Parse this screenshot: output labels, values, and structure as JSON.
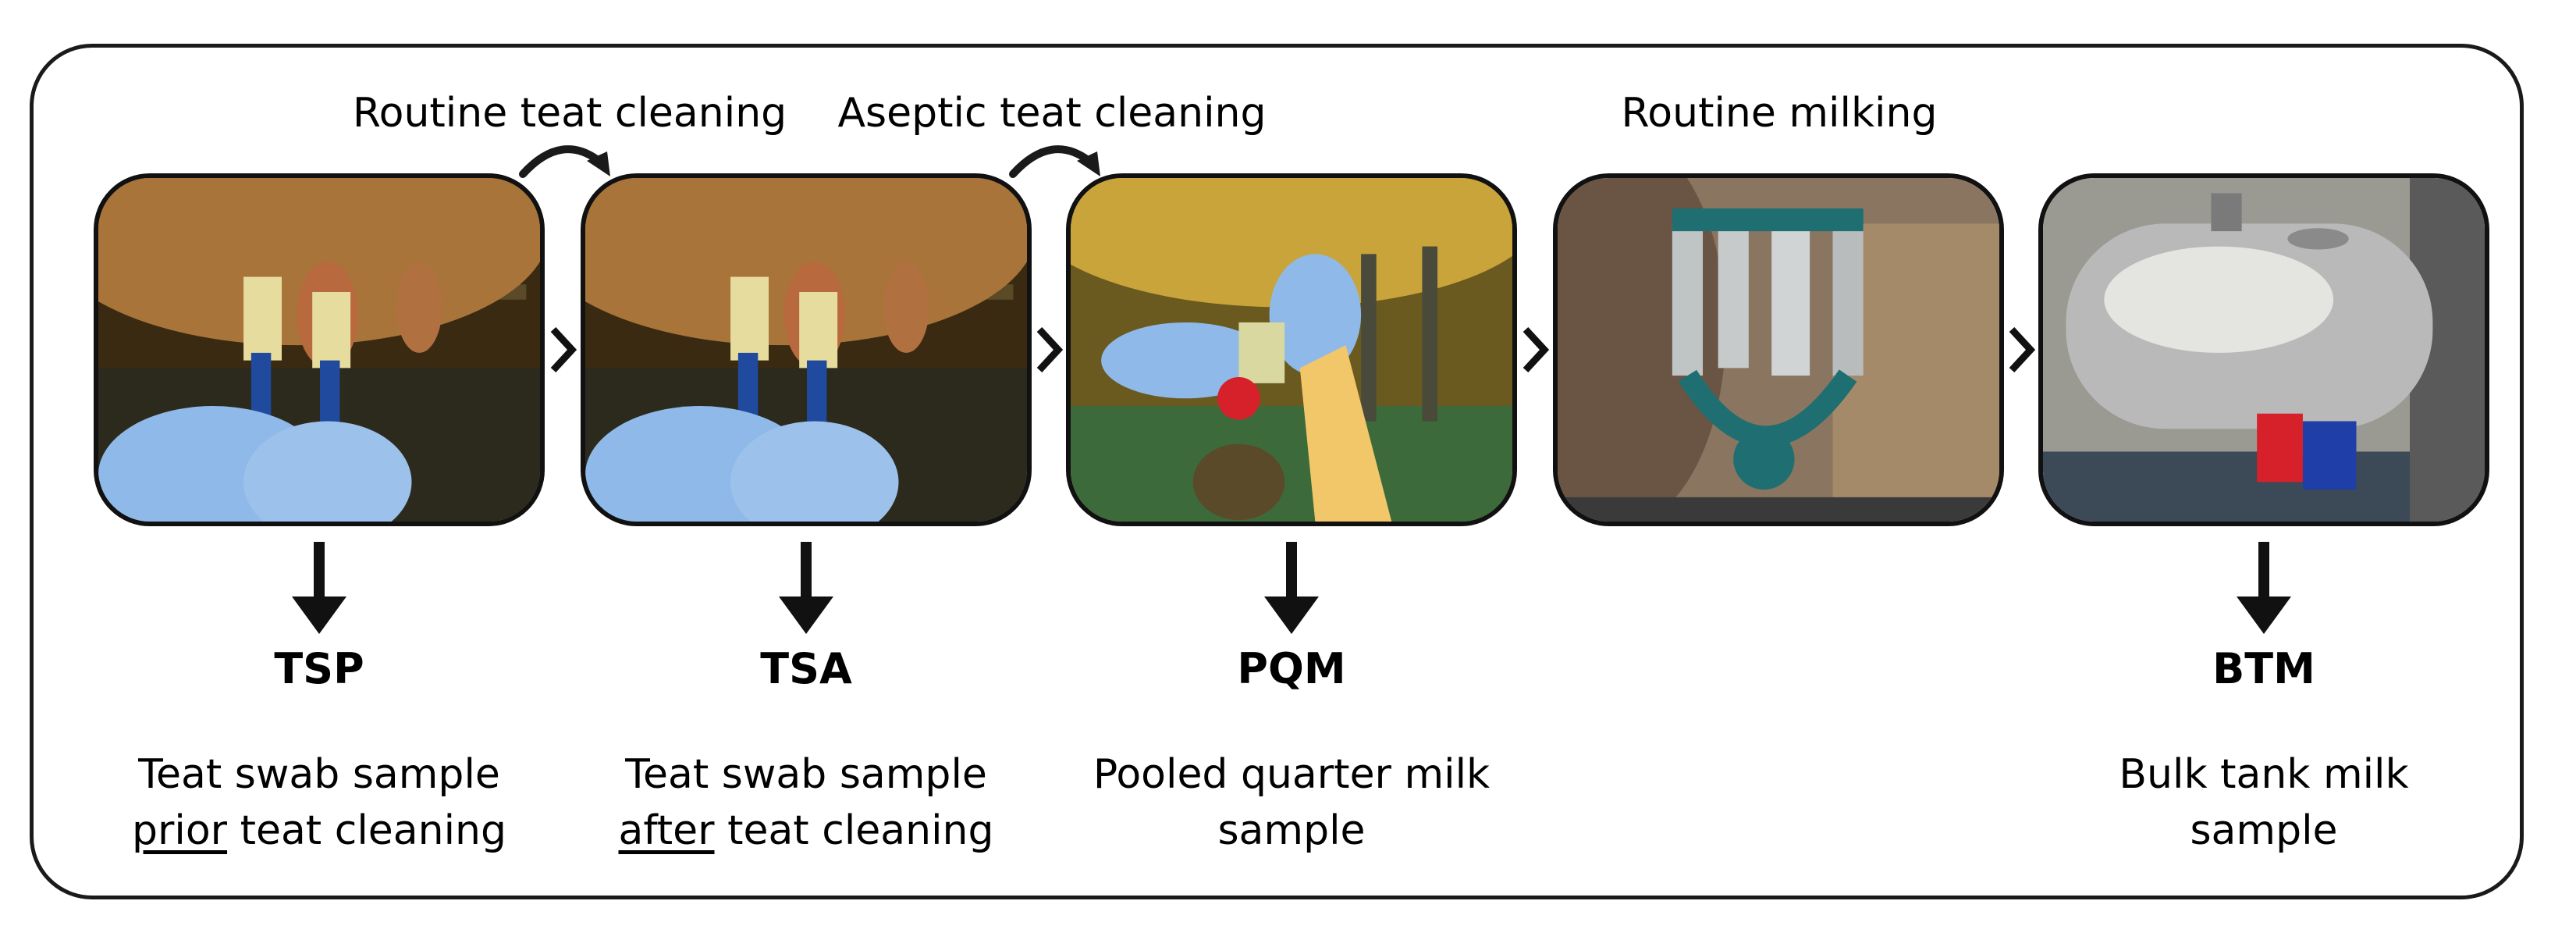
{
  "steps": [
    {
      "id": "tsp",
      "code": "TSP",
      "desc_line1": "Teat swab sample",
      "desc_emph": "prior",
      "desc_rest": "teat cleaning"
    },
    {
      "id": "tsa",
      "code": "TSA",
      "desc_line1": "Teat swab sample",
      "desc_emph": "after",
      "desc_rest": "teat cleaning"
    },
    {
      "id": "pqm",
      "code": "PQM",
      "desc_line1": "Pooled quarter milk",
      "desc_line2": "sample"
    },
    {
      "id": "routine-milking"
    },
    {
      "id": "btm",
      "code": "BTM",
      "desc_line1": "Bulk tank milk",
      "desc_line2": "sample"
    }
  ],
  "transitions": {
    "routine_cleaning": "Routine teat cleaning",
    "aseptic_cleaning": "Aseptic teat cleaning",
    "routine_milking": "Routine milking"
  },
  "colors": {
    "frame": "#1a1a1a",
    "glove": "#8fb9e8",
    "udder": "#a8743a",
    "tank": "#b9b9b9"
  }
}
